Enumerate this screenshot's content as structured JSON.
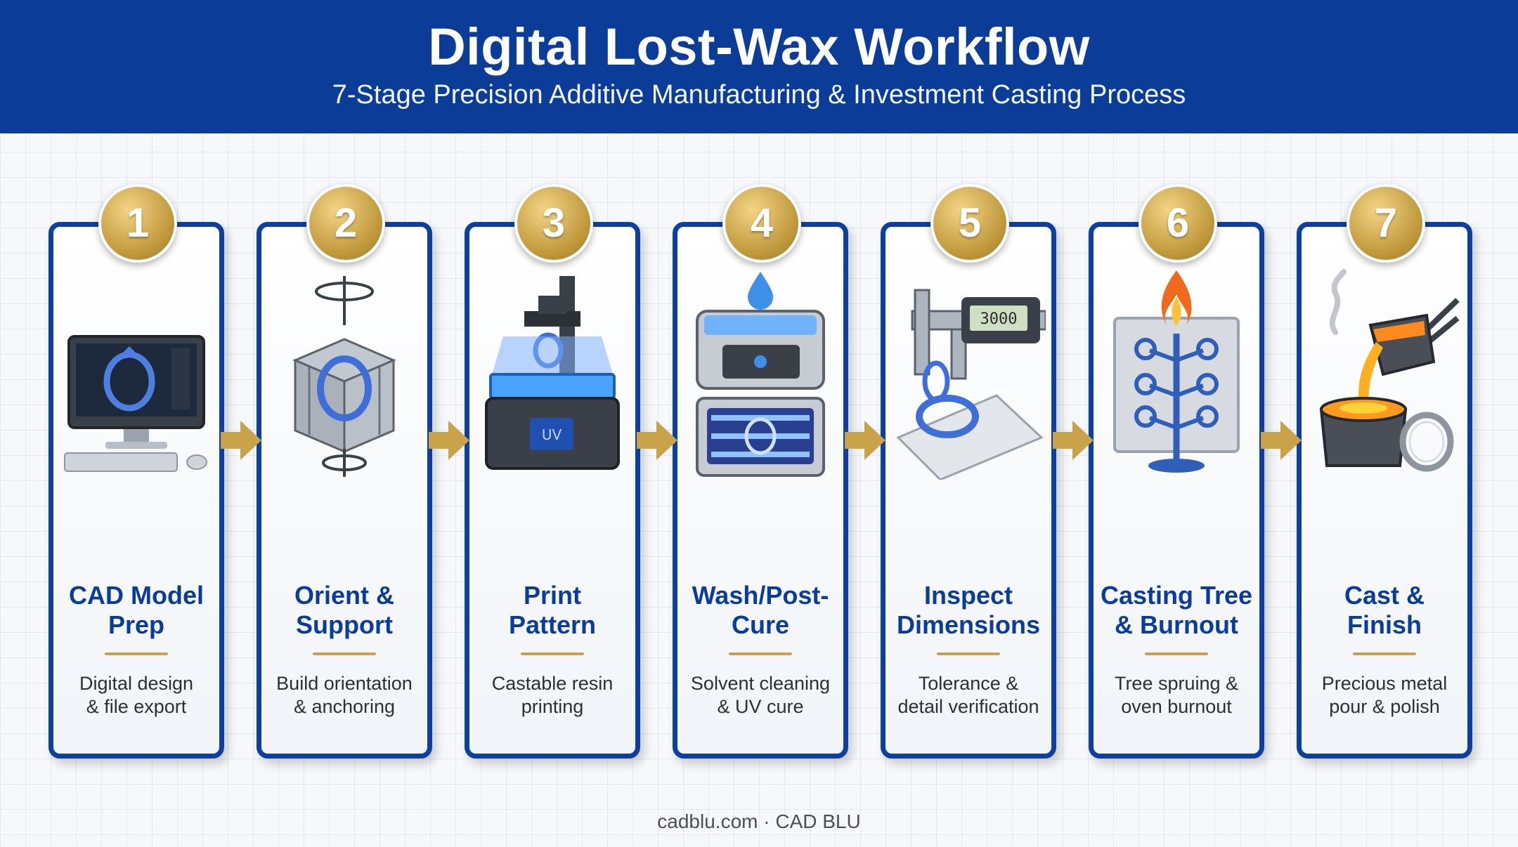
{
  "header": {
    "title": "Digital Lost-Wax Workflow",
    "subtitle": "7-Stage Precision Additive Manufacturing & Investment Casting Process"
  },
  "colors": {
    "header_blue": "#0b3d98",
    "gold": "#c9a24a",
    "card_border": "#0d3f9c"
  },
  "stages": [
    {
      "number": "1",
      "title_lines": [
        "CAD Model",
        "Prep"
      ],
      "desc_lines": [
        "Digital design",
        "& file export"
      ],
      "icon": "computer-monitor-icon"
    },
    {
      "number": "2",
      "title_lines": [
        "Orient &",
        "Support"
      ],
      "desc_lines": [
        "Build orientation",
        "& anchoring"
      ],
      "icon": "support-structure-icon"
    },
    {
      "number": "3",
      "title_lines": [
        "Print",
        "Pattern"
      ],
      "desc_lines": [
        "Castable resin",
        "printing"
      ],
      "icon": "resin-printer-icon",
      "printer_screen": "UV"
    },
    {
      "number": "4",
      "title_lines": [
        "Wash/Post-",
        "Cure"
      ],
      "desc_lines": [
        "Solvent cleaning",
        "& UV cure"
      ],
      "icon": "wash-cure-station-icon"
    },
    {
      "number": "5",
      "title_lines": [
        "Inspect",
        "Dimensions"
      ],
      "desc_lines": [
        "Tolerance &",
        "detail verification"
      ],
      "icon": "caliper-icon",
      "caliper_reading": "3000"
    },
    {
      "number": "6",
      "title_lines": [
        "Casting Tree",
        "& Burnout"
      ],
      "desc_lines": [
        "Tree spruing &",
        "oven burnout"
      ],
      "icon": "casting-tree-icon"
    },
    {
      "number": "7",
      "title_lines": [
        "Cast &",
        "Finish"
      ],
      "desc_lines": [
        "Precious metal",
        "pour & polish"
      ],
      "icon": "crucible-pour-icon"
    }
  ],
  "footer": {
    "text": "cadblu.com · CAD BLU"
  }
}
